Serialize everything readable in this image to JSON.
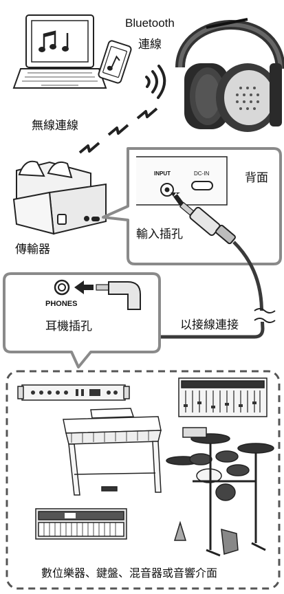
{
  "labels": {
    "bluetooth_line1": "Bluetooth",
    "bluetooth_line2": "連線",
    "wireless": "無線連線",
    "back": "背面",
    "input_port": "INPUT",
    "dcin_port": "DC-IN",
    "input_jack": "輸入插孔",
    "transmitter": "傳輸器",
    "phones": "PHONES",
    "headphone_jack": "耳機插孔",
    "cable_connection": "以接線連接",
    "devices": "數位樂器、鍵盤、混音器或音響介面"
  },
  "icon_names": [
    "laptop-music-icon",
    "smartphone-music-icon",
    "headphones-icon",
    "bluetooth-waves-icon",
    "wireless-signal-icon",
    "transmitter-icon",
    "audio-plug-icon",
    "phones-jack-icon",
    "arrow-left-icon",
    "rack-unit-icon",
    "mixer-icon",
    "digital-piano-icon",
    "electronic-drums-icon",
    "synth-keyboard-icon",
    "cable-break-icon"
  ]
}
